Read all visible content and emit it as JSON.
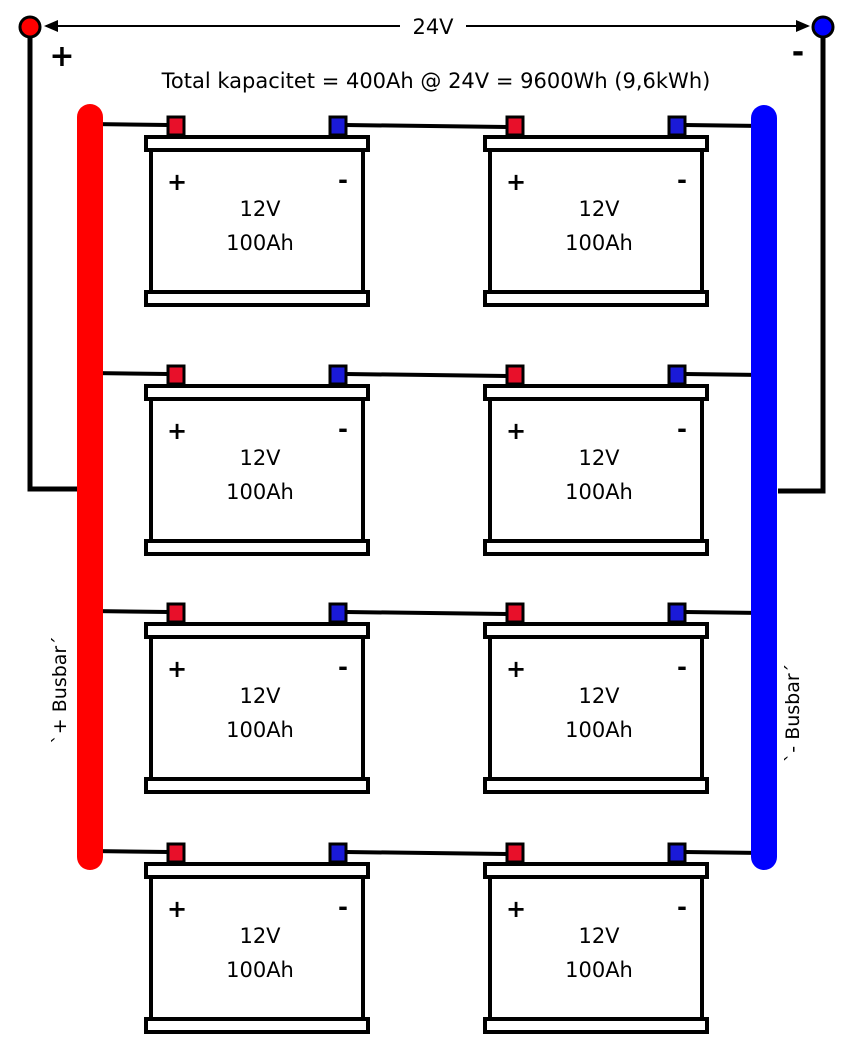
{
  "header": {
    "voltage_label": "24V",
    "plus_label": "+",
    "minus_label": "-",
    "capacity_label": "Total kapacitet = 400Ah @ 24V = 9600Wh (9,6kWh)"
  },
  "busbars": {
    "positive_label": "`+ Busbar´",
    "negative_label": "`- Busbar´",
    "positive_color": "#ff0000",
    "negative_color": "#0000ff"
  },
  "terminal_colors": {
    "positive": "#e8102a",
    "negative": "#1a1ad8"
  },
  "batteries": [
    {
      "voltage": "12V",
      "capacity": "100Ah",
      "plus": "+",
      "minus": "-"
    },
    {
      "voltage": "12V",
      "capacity": "100Ah",
      "plus": "+",
      "minus": "-"
    },
    {
      "voltage": "12V",
      "capacity": "100Ah",
      "plus": "+",
      "minus": "-"
    },
    {
      "voltage": "12V",
      "capacity": "100Ah",
      "plus": "+",
      "minus": "-"
    },
    {
      "voltage": "12V",
      "capacity": "100Ah",
      "plus": "+",
      "minus": "-"
    },
    {
      "voltage": "12V",
      "capacity": "100Ah",
      "plus": "+",
      "minus": "-"
    },
    {
      "voltage": "12V",
      "capacity": "100Ah",
      "plus": "+",
      "minus": "-"
    },
    {
      "voltage": "12V",
      "capacity": "100Ah",
      "plus": "+",
      "minus": "-"
    }
  ]
}
